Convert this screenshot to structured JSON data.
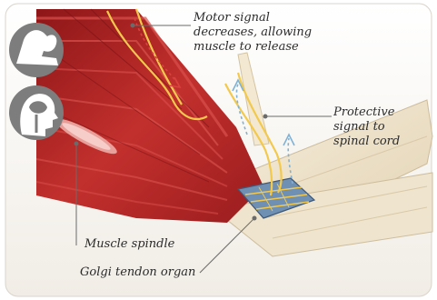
{
  "labels": {
    "motor_signal": [
      "Motor signal",
      "decreases, allowing",
      "muscle to release"
    ],
    "protective_signal": [
      "Protective",
      "signal to",
      "spinal cord"
    ],
    "muscle_spindle": "Muscle spindle",
    "golgi_tendon_organ": "Golgi tendon organ"
  },
  "icons": [
    "muscle-arm-icon",
    "head-brain-icon"
  ],
  "colors": {
    "muscle": "#b3282a",
    "muscle_highlight": "#d94a46",
    "tendon": "#efe3c8",
    "nerve": "#f2c94c",
    "signal_down": "#d8433f",
    "signal_up": "#7fb2d6",
    "icon_gray": "#7d7d7d"
  }
}
